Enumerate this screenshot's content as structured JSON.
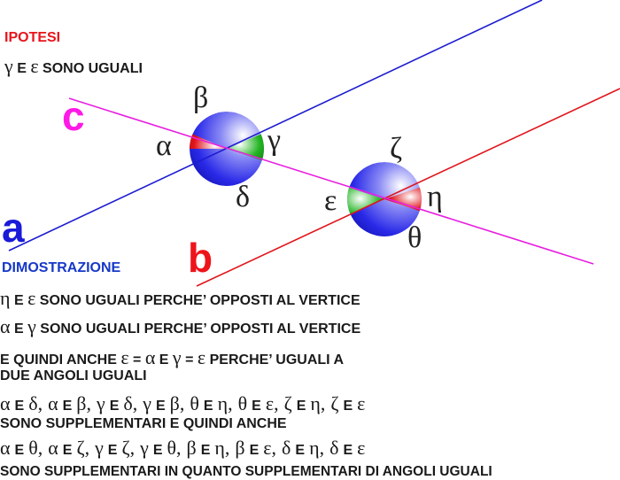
{
  "hypothesis": {
    "title": "IPOTESI",
    "g1": "γ",
    "and": "E",
    "g2": "ε",
    "text": "SONO UGUALI"
  },
  "line_labels": {
    "a": "a",
    "b": "b",
    "c": "c"
  },
  "angle_labels": {
    "alpha": "α",
    "beta": "β",
    "gamma": "γ",
    "delta": "δ",
    "epsilon": "ε",
    "zeta": "ζ",
    "eta": "η",
    "theta": "θ"
  },
  "colors": {
    "line_a": "#1c1cd0",
    "line_b": "#e0141b",
    "line_c": "#e81ee0",
    "ball_blue": "#2a2ae8",
    "ball_red": "#e0141b",
    "ball_green": "#22b422",
    "label_c": "#ff19e6",
    "label_a": "#1a1ad8",
    "label_b": "#ee141b"
  },
  "demonstration": {
    "title": "DIMOSTRAZIONE",
    "line1": {
      "g1": "η",
      "and": "E",
      "g2": "ε",
      "text": "SONO UGUALI PERCHE’ OPPOSTI AL VERTICE"
    },
    "line2": {
      "g1": "α",
      "and": "E",
      "g2": "γ",
      "text": "SONO UGUALI PERCHE’ OPPOSTI AL VERTICE"
    },
    "line3": {
      "t1": "E QUINDI ANCHE",
      "g1": "ε",
      "eq1": "=",
      "g2": "α",
      "and": "E",
      "g3": "γ",
      "eq2": "=",
      "g4": "ε",
      "t2": "PERCHE’ UGUALI A"
    },
    "line4": "DUE ANGOLI UGUALI",
    "pairs1": [
      {
        "a": "α",
        "and": "E",
        "b": "δ",
        "sep": ","
      },
      {
        "a": "α",
        "and": "E",
        "b": "β",
        "sep": ","
      },
      {
        "a": "γ",
        "and": "E",
        "b": "δ",
        "sep": ","
      },
      {
        "a": "γ",
        "and": "E",
        "b": "β",
        "sep": ","
      },
      {
        "a": "θ",
        "and": "E",
        "b": "η",
        "sep": ","
      },
      {
        "a": "θ",
        "and": "E",
        "b": "ε",
        "sep": ","
      },
      {
        "a": "ζ",
        "and": "E",
        "b": "η",
        "sep": ","
      },
      {
        "a": "ζ",
        "and": "E",
        "b": "ε",
        "sep": ""
      }
    ],
    "line6": "SONO SUPPLEMENTARI E QUINDI ANCHE",
    "pairs2": [
      {
        "a": "α",
        "and": "E",
        "b": "θ",
        "sep": ","
      },
      {
        "a": "α",
        "and": "E",
        "b": "ζ",
        "sep": ","
      },
      {
        "a": "γ",
        "and": "E",
        "b": "ζ",
        "sep": ","
      },
      {
        "a": "γ",
        "and": "E",
        "b": "θ",
        "sep": ","
      },
      {
        "a": "β",
        "and": "E",
        "b": "η",
        "sep": ","
      },
      {
        "a": "β",
        "and": "E",
        "b": "ε",
        "sep": ","
      },
      {
        "a": "δ",
        "and": "E",
        "b": "η",
        "sep": ","
      },
      {
        "a": "δ",
        "and": "E",
        "b": "ε",
        "sep": ""
      }
    ],
    "line8": "SONO SUPPLEMENTARI IN QUANTO SUPPLEMENTARI DI ANGOLI UGUALI"
  }
}
